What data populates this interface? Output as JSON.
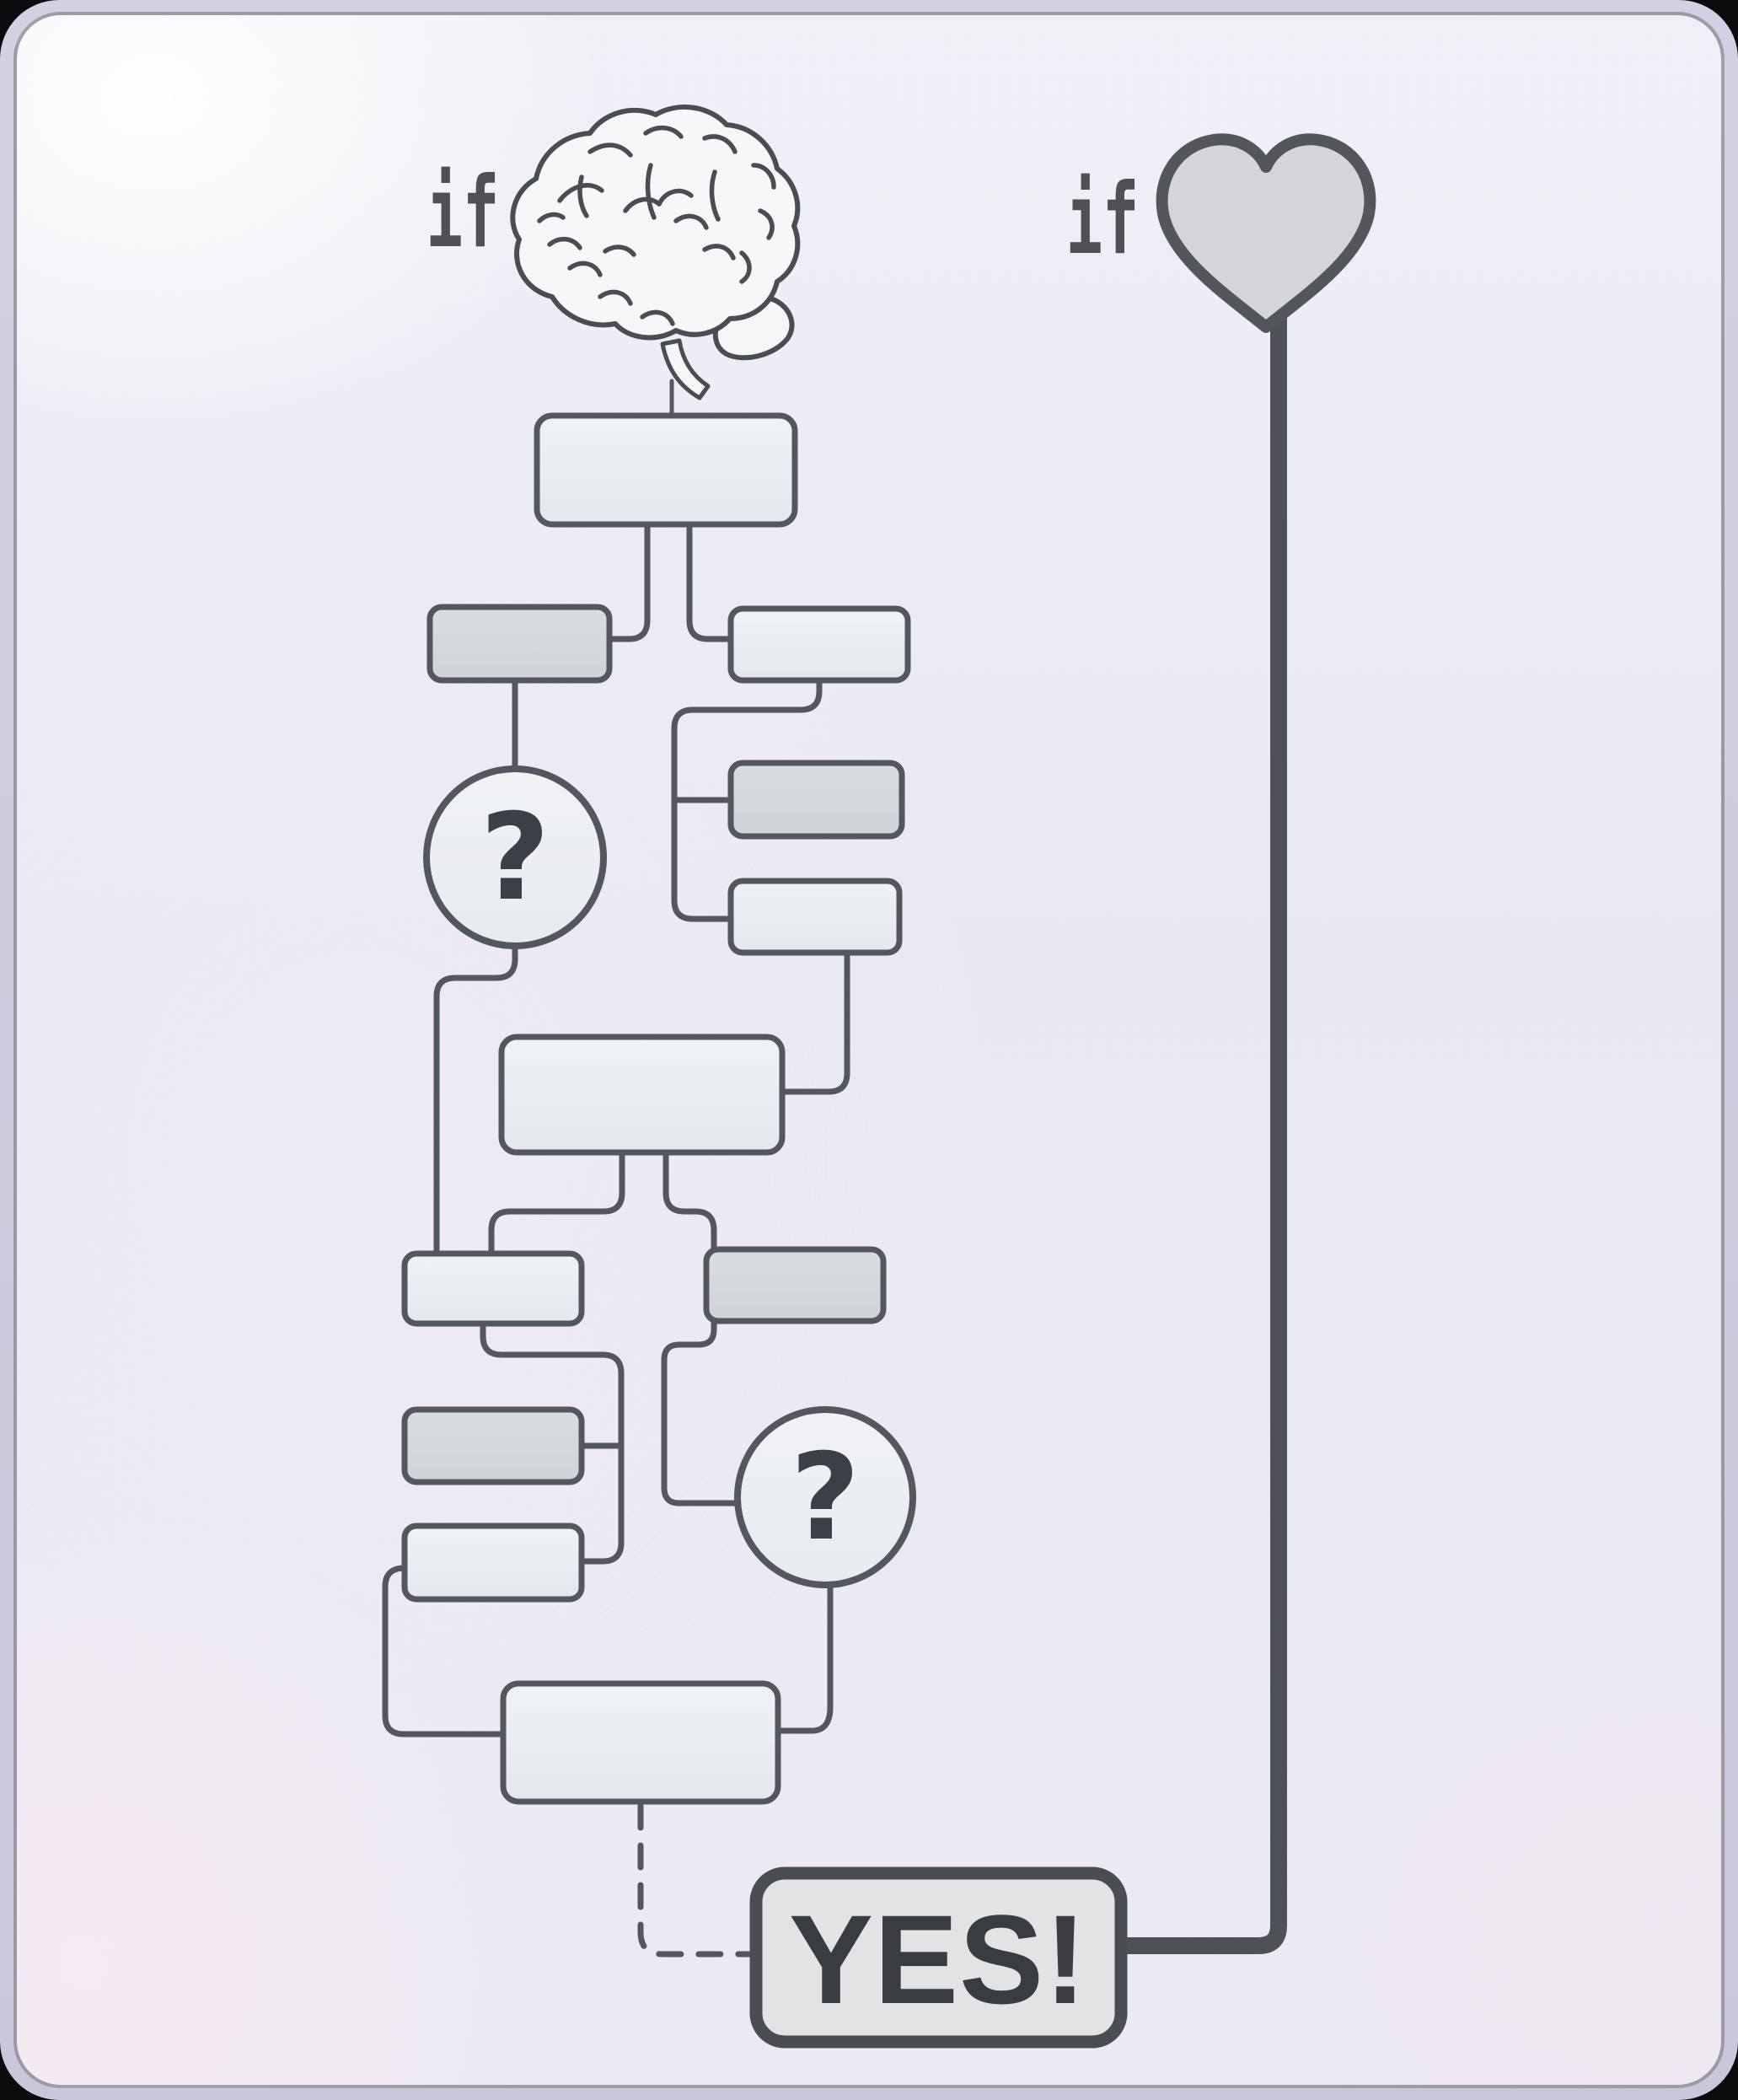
{
  "labels": {
    "if_brain": "if",
    "if_heart": "if",
    "question_1": "?",
    "question_2": "?",
    "yes": "YES!"
  },
  "icons": {
    "brain": "brain-icon",
    "heart": "heart-icon",
    "question_circles": "question-mark-icon"
  },
  "colors": {
    "line": "#54575d",
    "box_light_fill": "#eaedf1",
    "box_dark_fill": "#d5d8db",
    "circle_fill": "#edeff3",
    "heart_fill": "#d4d5d8",
    "heart_stroke": "#53565b",
    "yes_fill": "#e2e3e5",
    "yes_border": "#4a4e53",
    "text_dark": "#3c4046",
    "background": "#e9e8f2",
    "outer_band": "#cdcadd"
  },
  "diagram": {
    "type": "flowchart-comparison-meme",
    "left_branch": {
      "header_icon": "brain",
      "header_label": "if",
      "nodes": [
        {
          "id": "box1",
          "shape": "rect",
          "text": "",
          "tone": "light"
        },
        {
          "id": "box2",
          "shape": "rect",
          "text": "",
          "tone": "dark"
        },
        {
          "id": "box3",
          "shape": "rect",
          "text": "",
          "tone": "light"
        },
        {
          "id": "box4",
          "shape": "rect",
          "text": "",
          "tone": "dark"
        },
        {
          "id": "box5",
          "shape": "rect",
          "text": "",
          "tone": "light"
        },
        {
          "id": "circle1",
          "shape": "circle",
          "text": "?",
          "tone": "light"
        },
        {
          "id": "box7",
          "shape": "rect",
          "text": "",
          "tone": "light"
        },
        {
          "id": "box8",
          "shape": "rect",
          "text": "",
          "tone": "light"
        },
        {
          "id": "box9",
          "shape": "rect",
          "text": "",
          "tone": "dark"
        },
        {
          "id": "box10",
          "shape": "rect",
          "text": "",
          "tone": "dark"
        },
        {
          "id": "box11",
          "shape": "rect",
          "text": "",
          "tone": "light"
        },
        {
          "id": "circle2",
          "shape": "circle",
          "text": "?",
          "tone": "light"
        },
        {
          "id": "box12",
          "shape": "rect",
          "text": "",
          "tone": "light"
        }
      ],
      "edges": [
        "brain->box1",
        "box1->box2",
        "box1->box3",
        "box2->circle1",
        "circle1->box8",
        "box3->box4",
        "box3->box5",
        "box5->box7",
        "box7->box8",
        "box7->box9",
        "box8->box10",
        "box8->box11",
        "box9->circle2",
        "box11->box12",
        "circle2->box12",
        "box12->yes (dashed)"
      ],
      "endpoint": "YES!"
    },
    "right_branch": {
      "header_icon": "heart",
      "header_label": "if",
      "edges": [
        "heart->yes (single straight line)"
      ],
      "endpoint": "YES!"
    }
  }
}
